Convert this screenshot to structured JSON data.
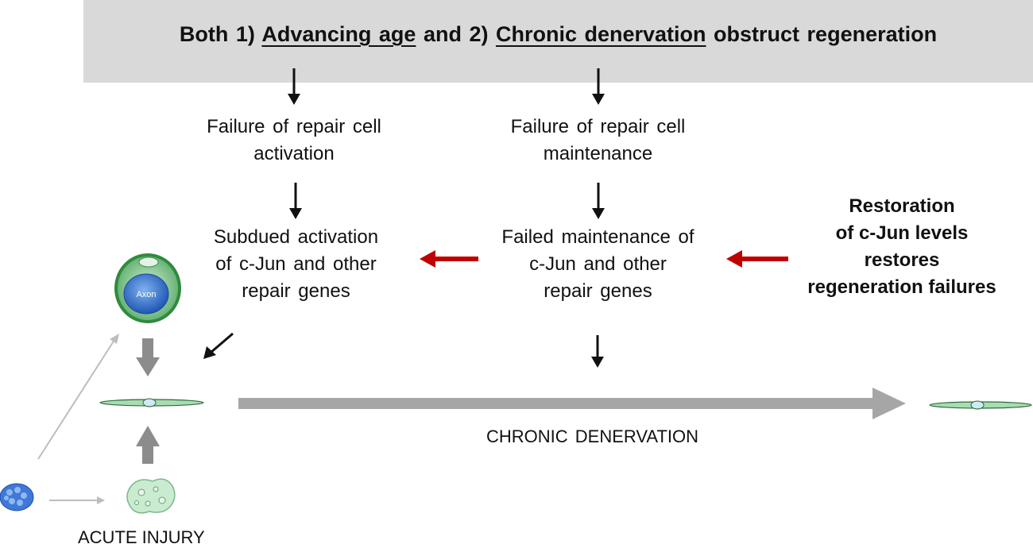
{
  "header": {
    "prefix": "Both 1)",
    "factor1": "Advancing age",
    "middle": "and 2)",
    "factor2": "Chronic denervation",
    "suffix": "obstruct regeneration"
  },
  "left_branch": {
    "failure_line1": "Failure of repair cell",
    "failure_line2": "activation",
    "result_line1": "Subdued activation",
    "result_line2": "of c-Jun and other",
    "result_line3": "repair genes"
  },
  "right_branch": {
    "failure_line1": "Failure of repair cell",
    "failure_line2": "maintenance",
    "result_line1": "Failed maintenance of",
    "result_line2": "c-Jun and other",
    "result_line3": "repair genes"
  },
  "restoration": {
    "line1": "Restoration",
    "line2": "of c-Jun levels",
    "line3": "restores",
    "line4": "regeneration failures"
  },
  "axon_label": "Axon",
  "chronic_label": "CHRONIC DENERVATION",
  "acute_label": "ACUTE INJURY",
  "colors": {
    "banner": "#d9d9d9",
    "red_arrow": "#c00000",
    "gray_arrow": "#a6a6a6",
    "cell_green": "#9fd6a8",
    "axon_blue": "#2e6fd0"
  }
}
